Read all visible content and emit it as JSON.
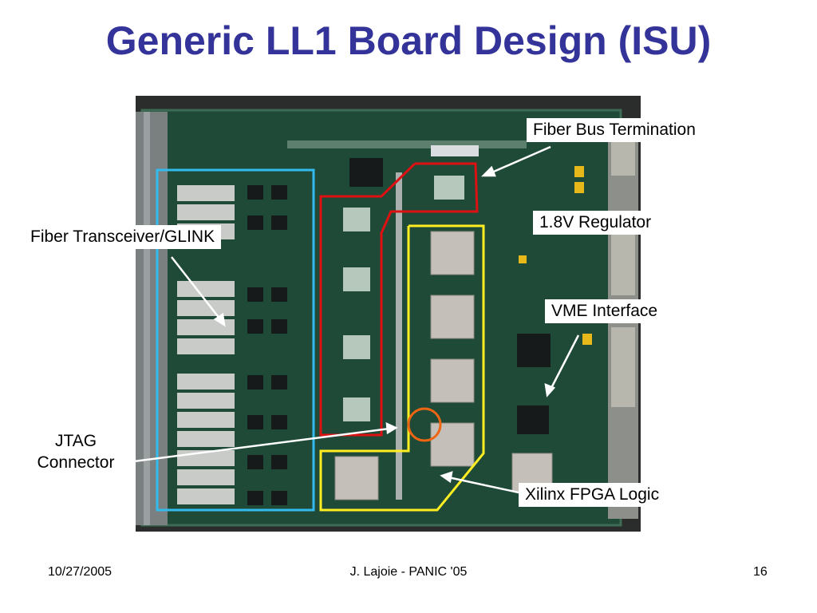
{
  "slide": {
    "title": "Generic LL1 Board Design (ISU)",
    "labels": {
      "fiber_bus_termination": "Fiber Bus Termination",
      "regulator": "1.8V Regulator",
      "fiber_transceiver": "Fiber Transceiver/GLINK",
      "vme_interface": "VME Interface",
      "jtag_line1": "JTAG",
      "jtag_line2": "Connector",
      "xilinx_fpga": "Xilinx FPGA Logic"
    },
    "footer": {
      "date": "10/27/2005",
      "author": "J. Lajoie - PANIC '05",
      "page": "16"
    },
    "highlight_colors": {
      "transceiver_box": "#33bbee",
      "termination_outline": "#dd1111",
      "fpga_outline": "#ffee22",
      "jtag_circle": "#ee6611",
      "title": "#333399"
    }
  }
}
